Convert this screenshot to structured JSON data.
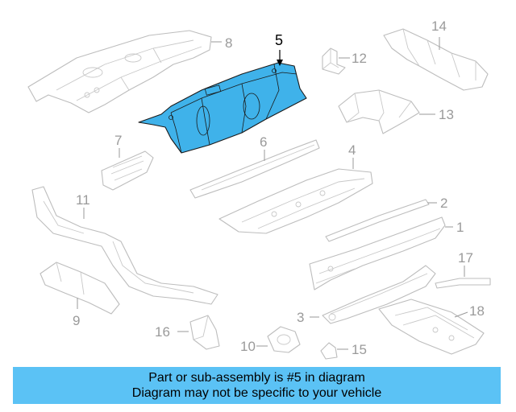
{
  "banner": {
    "line1": "Part or sub-assembly is #5 in diagram",
    "line2": "Diagram may not be specific to your vehicle",
    "color": "#5bc2f5"
  },
  "highlight_color": "#3fb2ea",
  "highlighted_callout": "5",
  "callouts": {
    "c1": "1",
    "c2": "2",
    "c3": "3",
    "c4": "4",
    "c5": "5",
    "c6": "6",
    "c7": "7",
    "c8": "8",
    "c9": "9",
    "c10": "10",
    "c11": "11",
    "c12": "12",
    "c13": "13",
    "c14": "14",
    "c15": "15",
    "c16": "16",
    "c17": "17",
    "c18": "18"
  }
}
